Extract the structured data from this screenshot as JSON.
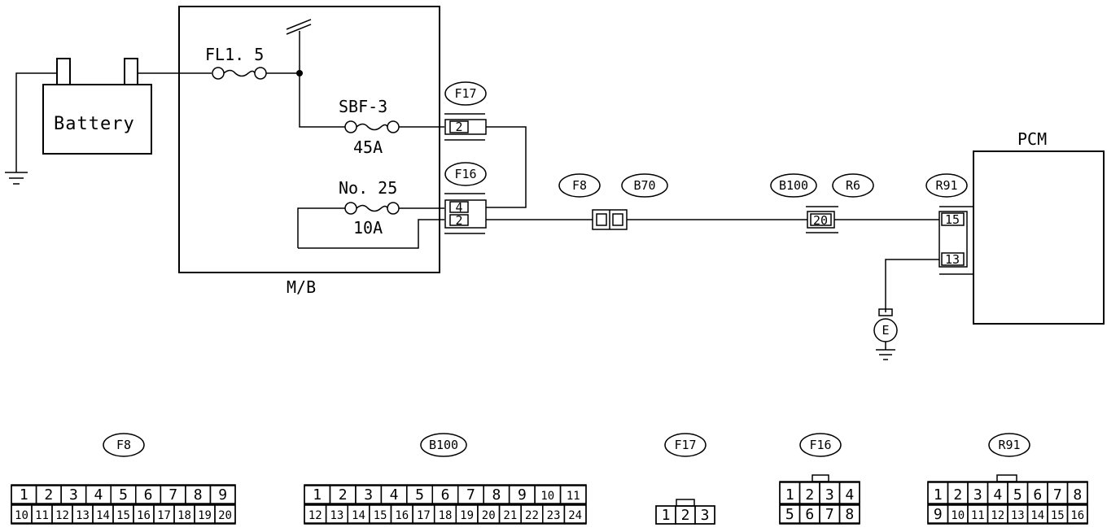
{
  "battery": {
    "label": "Battery"
  },
  "main_box": {
    "label": "M/B"
  },
  "fuses": {
    "fl": {
      "name": "FL1. 5"
    },
    "sbf": {
      "name": "SBF-3",
      "rating": "45A"
    },
    "no25": {
      "name": "No. 25",
      "rating": "10A"
    }
  },
  "pcm": {
    "label": "PCM"
  },
  "ground_symbol": "E",
  "wiring_tags": {
    "F17": "F17",
    "F16": "F16",
    "F8": "F8",
    "B70": "B70",
    "B100": "B100",
    "R6": "R6",
    "R91": "R91"
  },
  "wiring_pins": {
    "f17": "2",
    "f16_top": "4",
    "f16_bottom": "2",
    "b100": "20",
    "r91_top": "15",
    "r91_bottom": "13"
  },
  "connector_views": {
    "F8": {
      "tag": "F8",
      "top": [
        "1",
        "2",
        "3",
        "4",
        "5",
        "6",
        "7",
        "8",
        "9"
      ],
      "bottom": [
        "10",
        "11",
        "12",
        "13",
        "14",
        "15",
        "16",
        "17",
        "18",
        "19",
        "20"
      ]
    },
    "B100": {
      "tag": "B100",
      "top": [
        "1",
        "2",
        "3",
        "4",
        "5",
        "6",
        "7",
        "8",
        "9",
        "10",
        "11"
      ],
      "bottom": [
        "12",
        "13",
        "14",
        "15",
        "16",
        "17",
        "18",
        "19",
        "20",
        "21",
        "22",
        "23",
        "24"
      ]
    },
    "F17": {
      "tag": "F17",
      "row": [
        "1",
        "2",
        "3"
      ]
    },
    "F16": {
      "tag": "F16",
      "top": [
        "1",
        "2",
        "3",
        "4"
      ],
      "bottom": [
        "5",
        "6",
        "7",
        "8"
      ]
    },
    "R91": {
      "tag": "R91",
      "top": [
        "1",
        "2",
        "3",
        "4",
        "5",
        "6",
        "7",
        "8"
      ],
      "bottom": [
        "9",
        "10",
        "11",
        "12",
        "13",
        "14",
        "15",
        "16"
      ]
    }
  }
}
